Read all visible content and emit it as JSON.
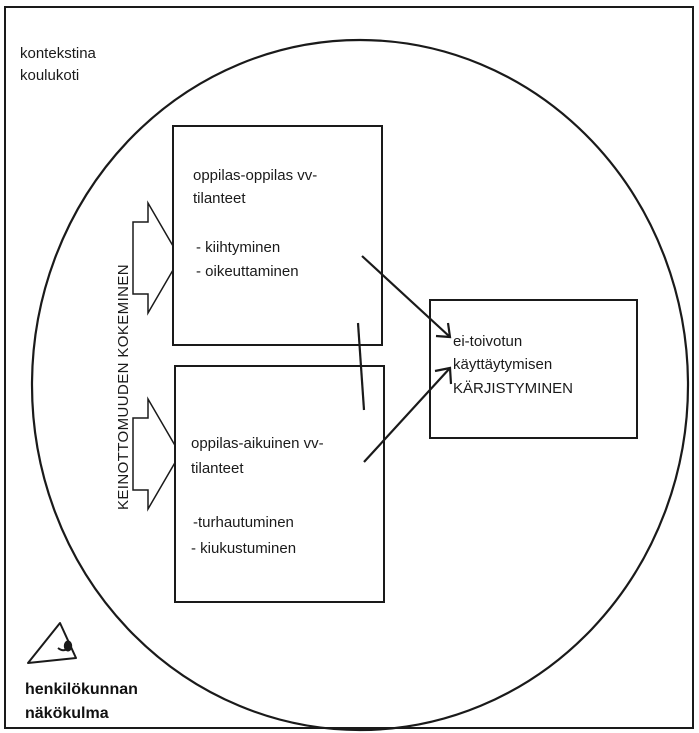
{
  "context": {
    "line1": "kontekstina",
    "line2": "koulukoti"
  },
  "side_label": "KEINOTTOMUUDEN KOKEMINEN",
  "box_top": {
    "title_line1": "oppilas-oppilas vv-",
    "title_line2": "tilanteet",
    "item1": "- kiihtyminen",
    "item2": "- oikeuttaminen"
  },
  "box_bottom": {
    "title_line1": "oppilas-aikuinen vv-",
    "title_line2": "tilanteet",
    "item1": "-turhautuminen",
    "item2": "- kiukustuminen"
  },
  "box_result": {
    "line1": "ei-toivotun",
    "line2": "käyttäytymisen",
    "line3": "KÄRJISTYMINEN"
  },
  "viewpoint": {
    "line1": "henkilökunnan",
    "line2": "näkökulma",
    "icon": "eye-icon"
  },
  "colors": {
    "stroke": "#1a1a1a",
    "background": "#ffffff"
  }
}
